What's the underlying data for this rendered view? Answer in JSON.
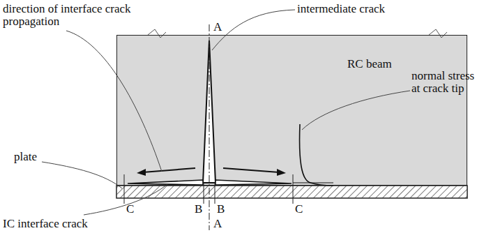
{
  "diagram": {
    "nodes": [
      {
        "text": [
          "RC beam"
        ]
      }
    ],
    "labels": [
      "direction of interface crack propagation",
      "intermediate crack",
      "normal stress at crack tip",
      "plate",
      "IC interface crack",
      "A",
      "A",
      "B",
      "B",
      "C",
      "C"
    ]
  }
}
